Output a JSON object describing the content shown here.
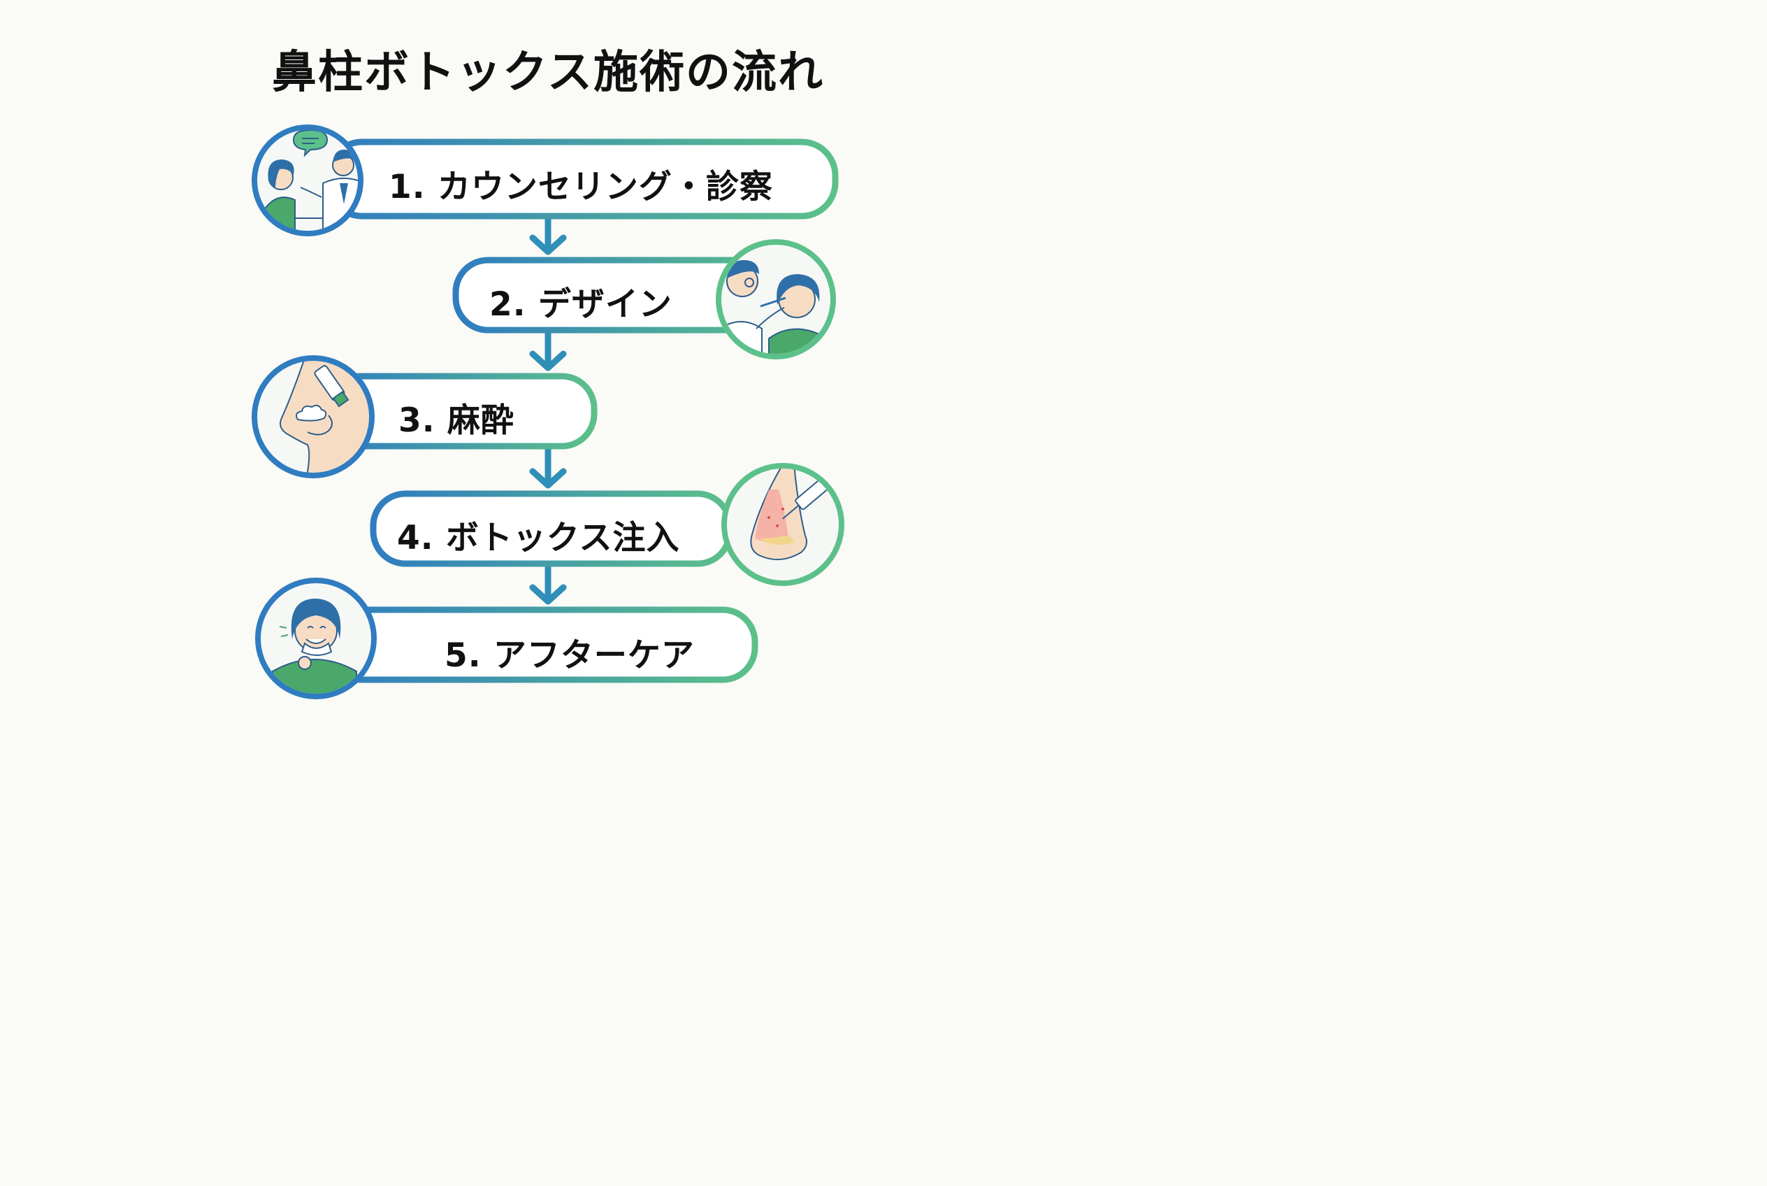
{
  "title": "鼻柱ボトックス施術の流れ",
  "steps": [
    {
      "label": "1. カウンセリング・診察",
      "icon": "consultation-icon"
    },
    {
      "label": "2. デザイン",
      "icon": "nose-marking-icon"
    },
    {
      "label": "3. 麻酔",
      "icon": "anesthetic-cream-icon"
    },
    {
      "label": "4. ボトックス注入",
      "icon": "injection-icon"
    },
    {
      "label": "5. アフターケア",
      "icon": "smiling-patient-icon"
    }
  ],
  "colors": {
    "blue": "#2f7cc0",
    "green": "#5cc08a",
    "skin": "#f7dcc4",
    "hair": "#2e6fa8",
    "shirt": "#4aa86a"
  }
}
